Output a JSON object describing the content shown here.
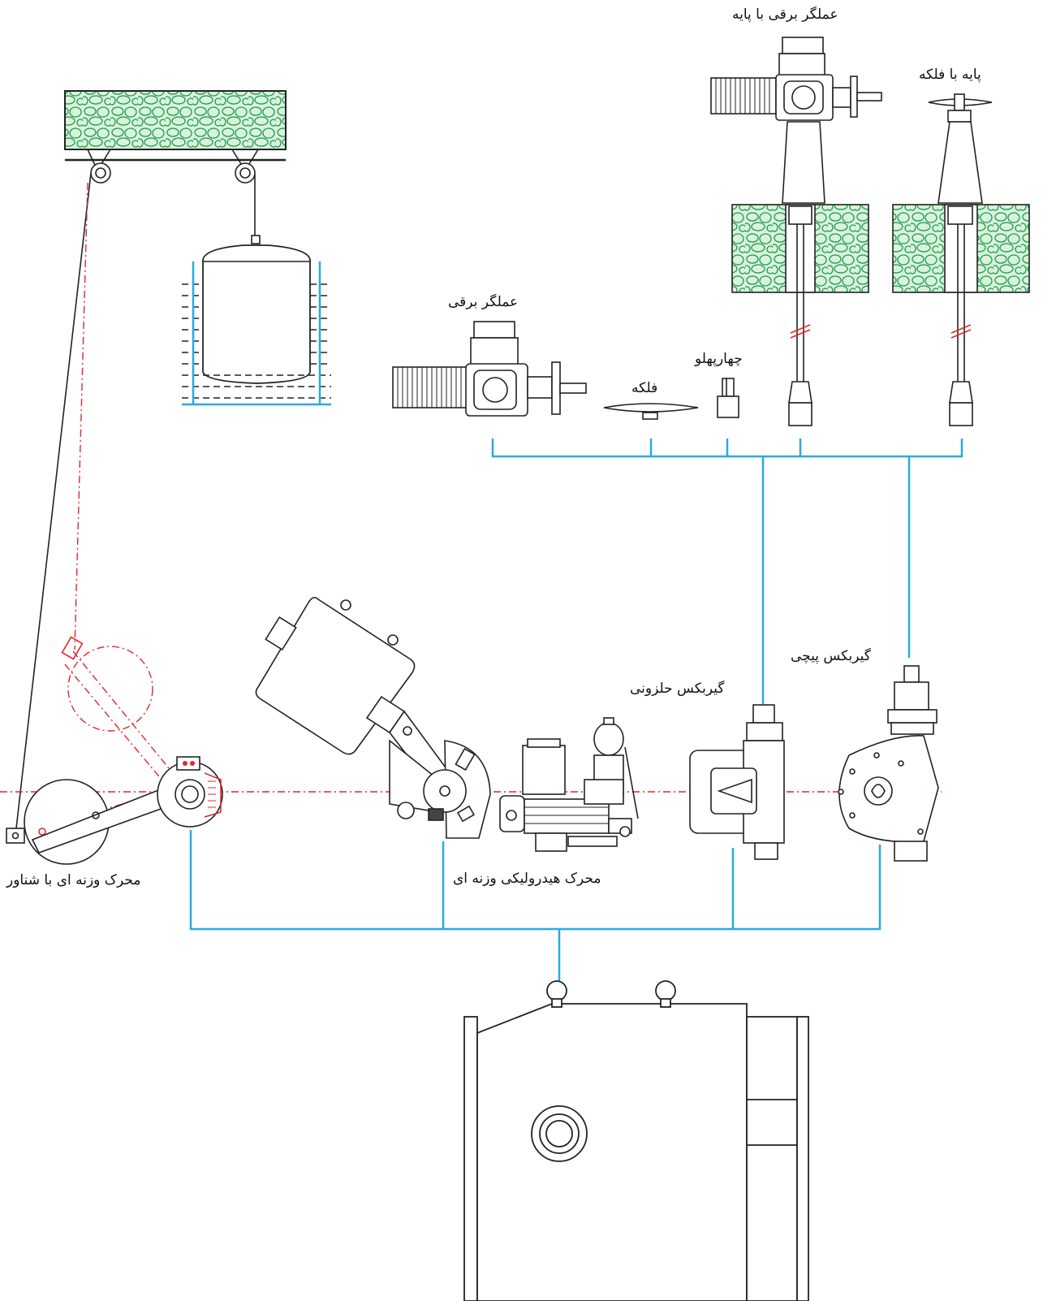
{
  "labels": {
    "electric_actuator_with_pedestal": "عملگر برقی با پایه",
    "pedestal_with_handwheel": "پایه با فلکه",
    "electric_actuator": "عملگر برقی",
    "square_key": "چهارپهلو",
    "handwheel": "فلکه",
    "worm_gearbox": "گیربکس حلزونی",
    "screw_gearbox": "گیربکس پیچی",
    "hydraulic_counterweight_actuator": "محرک هیدرولیکی وزنه ای",
    "counterweight_float_actuator": "محرک وزنه ای با شناور"
  },
  "colors": {
    "connector": "#29a9e1",
    "red_dash": "#e0282b",
    "stone_fill": "#d9f2dd",
    "stone_stroke": "#1e9b4a",
    "outline": "#222222"
  }
}
